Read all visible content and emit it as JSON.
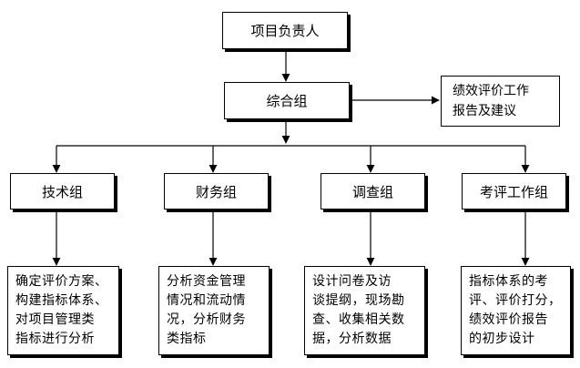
{
  "diagram": {
    "leader": "项目负责人",
    "hub": "综合组",
    "report": {
      "lines": [
        "绩效评价工作",
        "报告及建议"
      ]
    },
    "groups": [
      {
        "label": "技术组",
        "tasks": [
          "确定评价方案、",
          "构建指标体系、",
          "对项目管理类",
          "指标进行分析"
        ]
      },
      {
        "label": "财务组",
        "tasks": [
          "分析资金管理",
          "情况和流动情",
          "况，分析财务",
          "类指标"
        ]
      },
      {
        "label": "调查组",
        "tasks": [
          "设计问卷及访",
          "谈提纲，现场勘",
          "查、收集相关数",
          "据，分析数据"
        ]
      },
      {
        "label": "考评工作组",
        "tasks": [
          "指标体系的考",
          "评、评价打分，",
          "绩效评价报告",
          "的初步设计"
        ]
      }
    ]
  }
}
